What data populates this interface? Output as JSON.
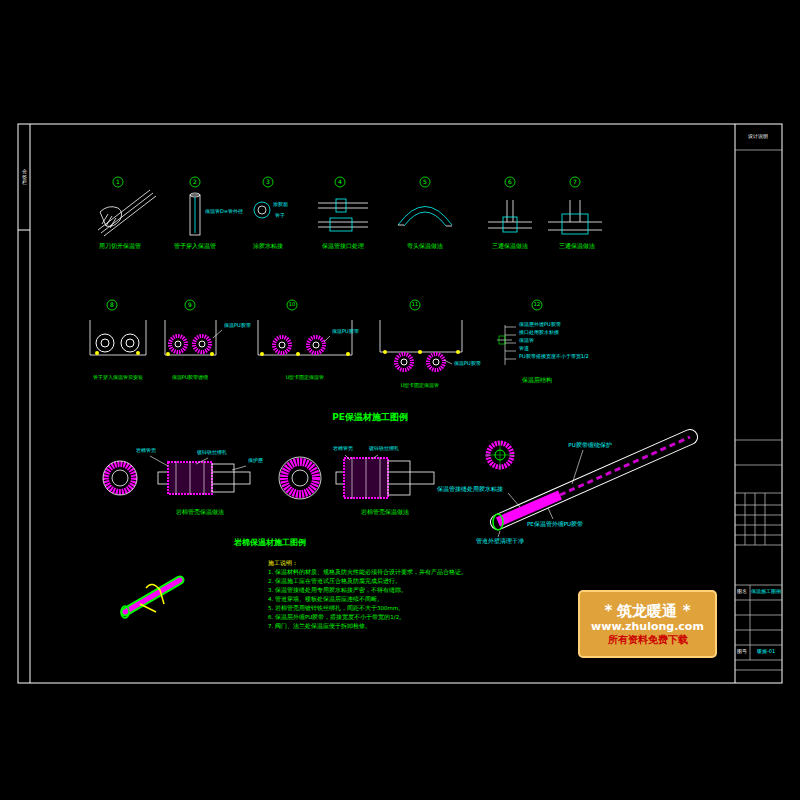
{
  "diagram": {
    "nodes": [
      {
        "text": [
          "* 筑龙暖通 *",
          "www.zhulong.com",
          "所有资料免费下载"
        ]
      }
    ],
    "labels": [
      "1",
      "2",
      "3",
      "4",
      "5",
      "6",
      "7",
      "8",
      "9",
      "10",
      "11",
      "12",
      "用刀切开保温管",
      "管子穿入保温管",
      "涂胶水粘接",
      "保温管接口处理",
      "弯头保温做法",
      "三通保温做法",
      "三通保温做法",
      "保温管D=管外径",
      "涂胶面",
      "管子",
      "管子穿入保温管后安装",
      "保温PU胶带缠绕",
      "U型卡固定保温管",
      "U型卡固定保温管",
      "保温PU胶带",
      "保温PU胶带",
      "保温PU胶带",
      "保温层外缠PU胶带",
      "接口处用胶水粘接",
      "保温管",
      "管道",
      "PU胶带搭接宽度不小于带宽1/2",
      "保温层结构",
      "PE保温材施工图例",
      "岩棉管壳",
      "镀锌铁丝绑扎",
      "保护层",
      "岩棉管壳保温做法",
      "岩棉管壳",
      "镀锌铁丝绑扎",
      "岩棉管壳保温做法",
      "PU胶带缠绕保护",
      "保温管接缝处用胶水粘接",
      "PE保温管外缠PU胶带",
      "管道外壁清理干净",
      "岩棉保温材施工图例",
      "施工说明：",
      "1. 保温材料的材质、规格及防火性能必须符合设计要求，并有产品合格证。",
      "2. 保温施工应在管道试压合格及防腐完成后进行。",
      "3. 保温管接缝处用专用胶水粘接严密，不得有缝隙。",
      "4. 管道穿墙、楼板处保温层应连续不间断。",
      "5. 岩棉管壳用镀锌铁丝绑扎，间距不大于300mm。",
      "6. 保温层外缠PU胶带，搭接宽度不小于带宽的1/2。",
      "7. 阀门、法兰处保温应便于拆卸检修。",
      "设计说明",
      "图名",
      "保温施工图例",
      "图号",
      "暖施-01",
      "会签栏"
    ]
  }
}
